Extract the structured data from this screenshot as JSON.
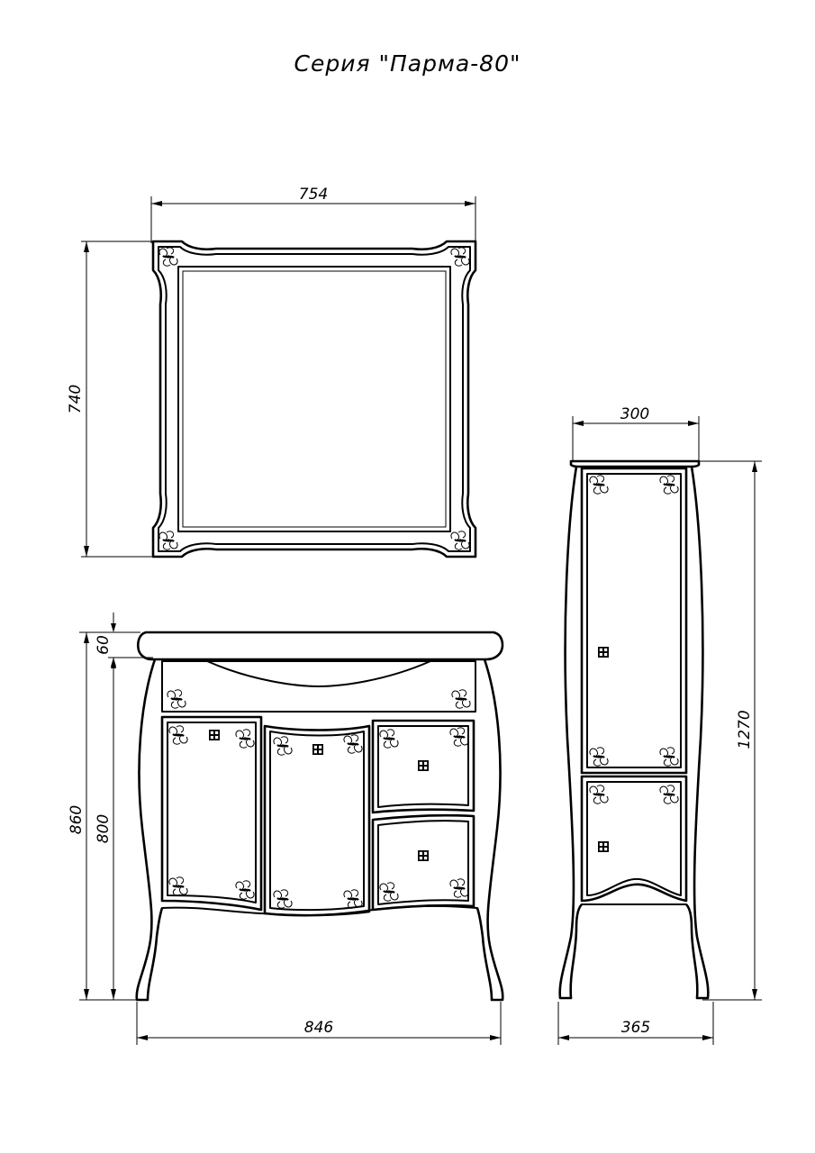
{
  "title": "Серия  \"Парма-80\"",
  "dimensions": {
    "mirror_width": "754",
    "mirror_height": "740",
    "column_width": "300",
    "column_height": "1270",
    "vanity_top_thickness": "60",
    "vanity_body_height": "800",
    "vanity_total_height": "860",
    "vanity_width": "846",
    "column_depth": "365"
  }
}
